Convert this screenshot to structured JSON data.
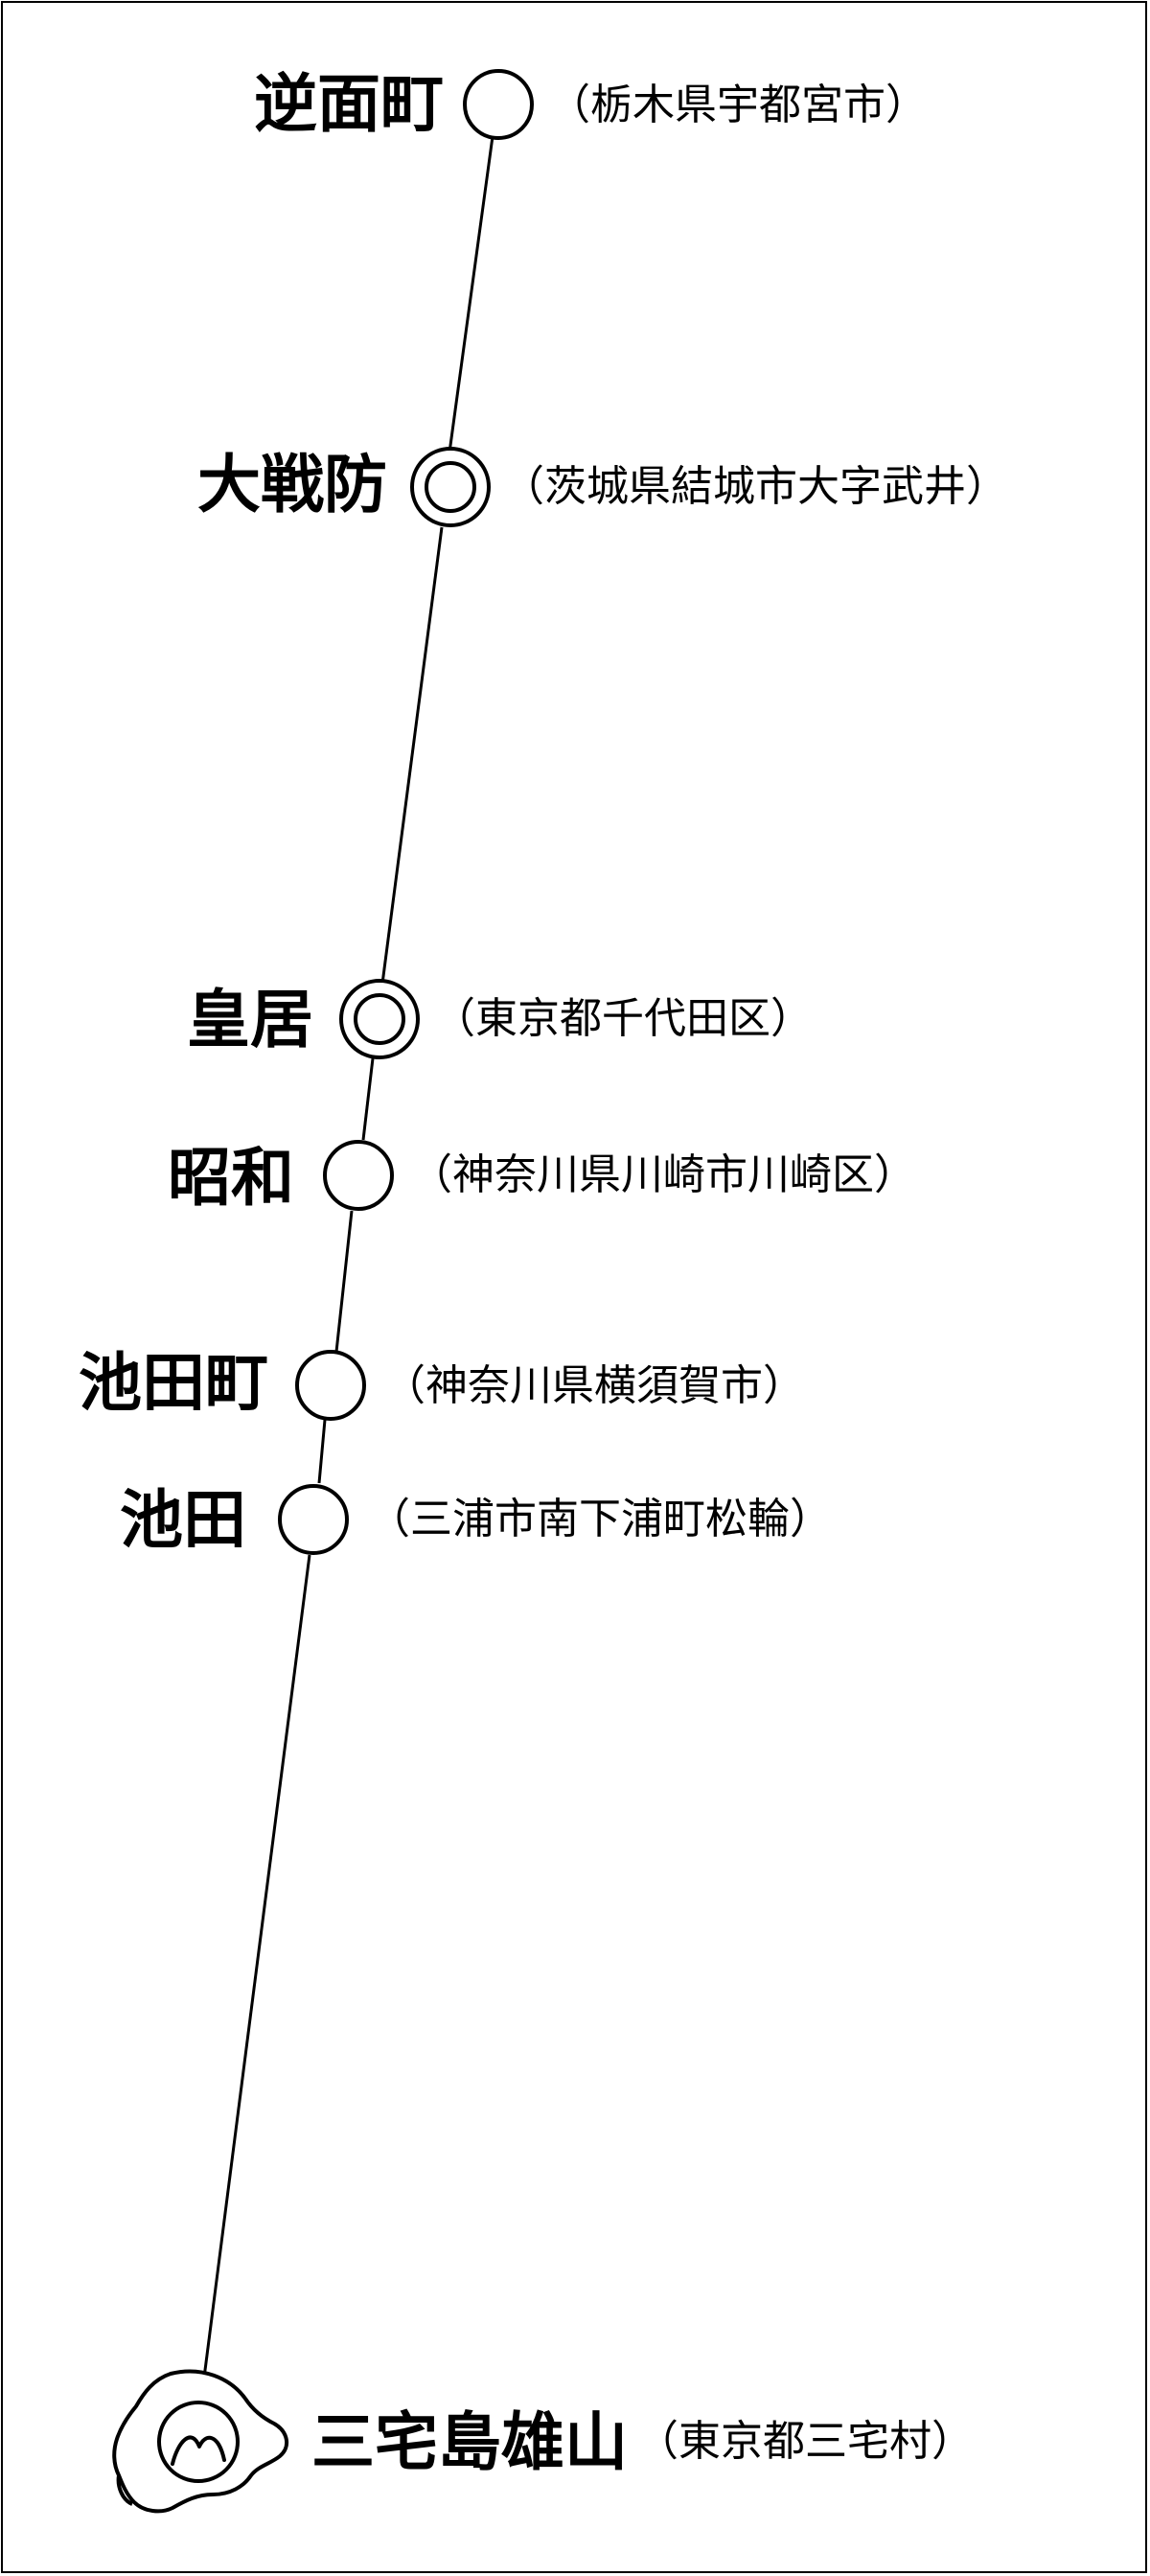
{
  "stations": [
    {
      "id": "sakasamencho",
      "name": "逆面町",
      "location": "（栃木県宇都宮市）",
      "marker": "single"
    },
    {
      "id": "daisenbo",
      "name": "大戦防",
      "location": "（茨城県結城市大字武井）",
      "marker": "double"
    },
    {
      "id": "kokyo",
      "name": "皇居",
      "location": "（東京都千代田区）",
      "marker": "double"
    },
    {
      "id": "showa",
      "name": "昭和",
      "location": "（神奈川県川崎市川崎区）",
      "marker": "single"
    },
    {
      "id": "ikedacho",
      "name": "池田町",
      "location": "（神奈川県横須賀市）",
      "marker": "single"
    },
    {
      "id": "ikeda",
      "name": "池田",
      "location": "（三浦市南下浦町松輪）",
      "marker": "single"
    },
    {
      "id": "miyakejima-oyama",
      "name": "三宅島雄山",
      "location": "（東京都三宅村）",
      "marker": "volcano"
    }
  ],
  "colors": {
    "line": "#000000",
    "marker_fill": "#ffffff",
    "text": "#000000"
  }
}
